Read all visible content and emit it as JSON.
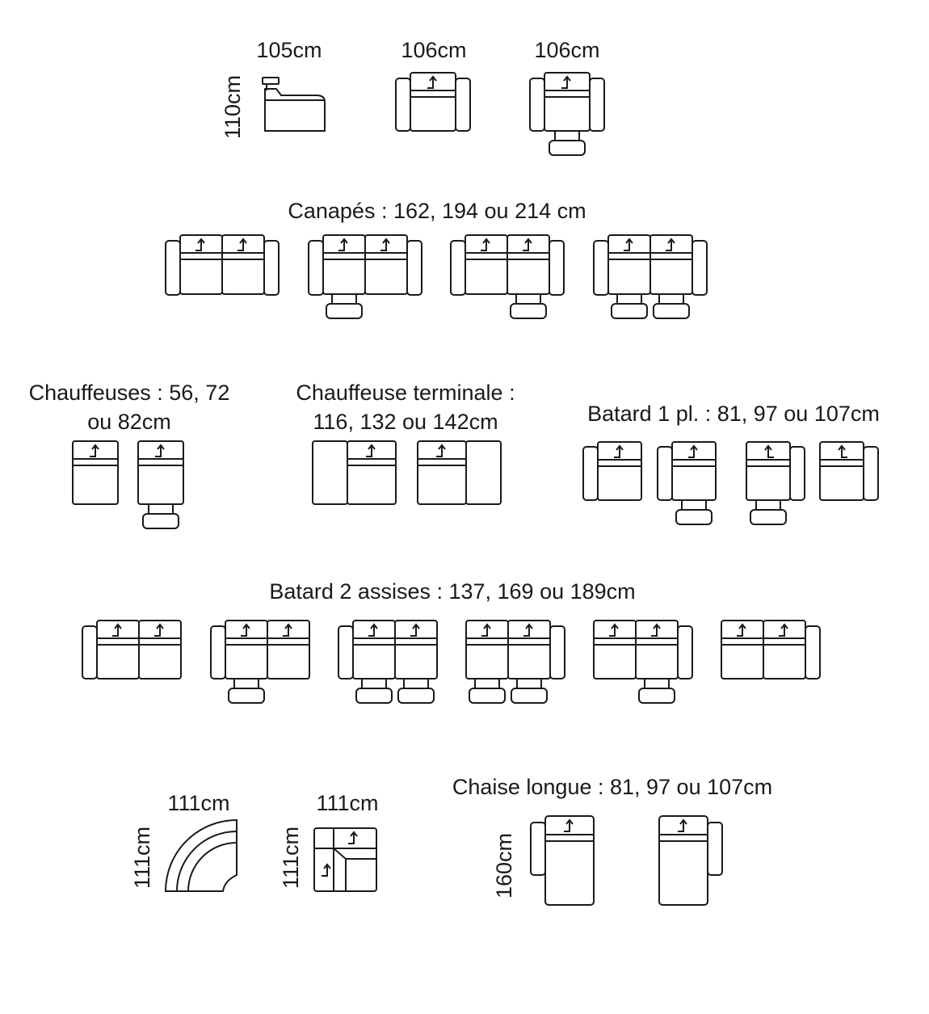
{
  "colors": {
    "stroke": "#1a1a1a",
    "background": "#ffffff"
  },
  "icons": {
    "recliner_arrow": "arrow-up-icon"
  },
  "row1": {
    "width_labels": [
      "105cm",
      "106cm",
      "106cm"
    ],
    "height_label": "110cm",
    "modules": [
      "side-profile",
      "armchair",
      "armchair-recliner"
    ]
  },
  "canapes": {
    "title": "Canapés : 162, 194 ou 214 cm",
    "modules": [
      "sofa-2-seat",
      "sofa-2-seat-left-recliner",
      "sofa-2-seat-right-recliner",
      "sofa-2-seat-double-recliner"
    ]
  },
  "chauffeuses": {
    "title_line1": "Chauffeuses : 56, 72",
    "title_line2": "ou 82cm",
    "modules": [
      "armless-chair",
      "armless-chair-recliner"
    ]
  },
  "chauffeuse_terminale": {
    "title_line1": "Chauffeuse terminale :",
    "title_line2": "116, 132 ou 142cm",
    "modules": [
      "chair-left-console",
      "chair-right-console"
    ]
  },
  "batard1": {
    "title": "Batard 1 pl. : 81, 97 ou 107cm",
    "modules": [
      "one-arm-left",
      "one-arm-left-recliner",
      "one-arm-right-recliner",
      "one-arm-right"
    ]
  },
  "batard2": {
    "title": "Batard 2 assises : 137, 169 ou 189cm",
    "modules": [
      "two-seat-left-arm",
      "two-seat-left-arm-left-recliner",
      "two-seat-left-arm-double-recliner",
      "two-seat-right-arm-double-recliner",
      "two-seat-right-arm-right-recliner",
      "two-seat-right-arm"
    ]
  },
  "corners": {
    "curved": {
      "width_label": "111cm",
      "height_label": "111cm"
    },
    "square": {
      "width_label": "111cm",
      "height_label": "111cm"
    }
  },
  "chaise_longue": {
    "title": "Chaise longue : 81, 97 ou 107cm",
    "height_label": "160cm",
    "modules": [
      "chaise-left-arm",
      "chaise-right-arm"
    ]
  }
}
